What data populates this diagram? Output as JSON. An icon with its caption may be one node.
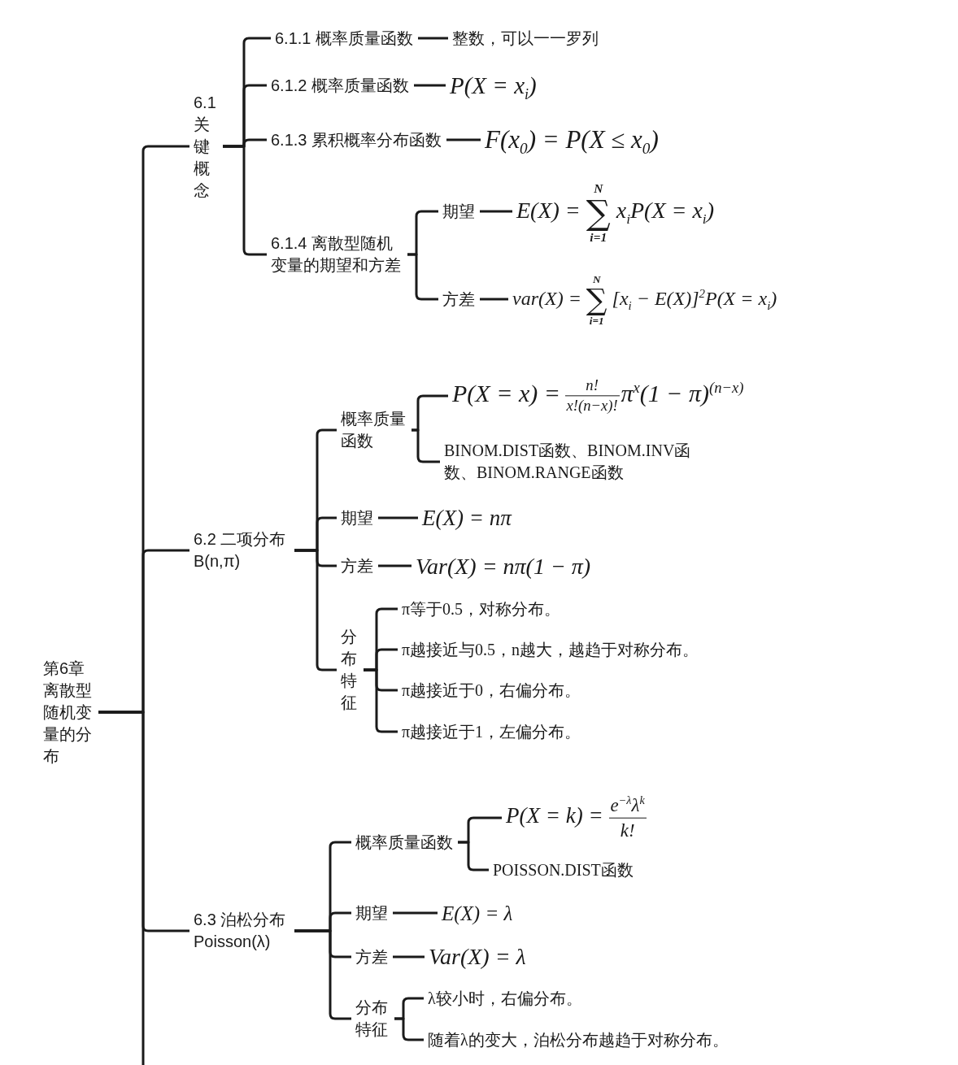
{
  "diagram": {
    "nodes": [
      {
        "text": [
          "第6章离散型随机变量的分布"
        ]
      },
      {
        "text": [
          "6.1 关键概念"
        ]
      },
      {
        "text": [
          "6.1.1 概率质量函数"
        ]
      },
      {
        "text": [
          "整数，可以一一罗列"
        ]
      },
      {
        "text": [
          "6.1.2 概率质量函数"
        ]
      },
      {
        "text": [
          "P(X = x$_{i}$)"
        ]
      },
      {
        "text": [
          "6.1.3 累积概率分布函数"
        ]
      },
      {
        "text": [
          "F(x$_{0}$) = P(X ≤ x$_{0}$)"
        ]
      },
      {
        "text": [
          "6.1.4 离散型随机变量的期望和方差"
        ]
      },
      {
        "text": [
          "期望"
        ]
      },
      {
        "text": [
          "E(X) =",
          "N",
          "∑",
          "i=1",
          "x$_{i}$P(X = x$_{i}$)"
        ]
      },
      {
        "text": [
          "方差"
        ]
      },
      {
        "text": [
          "var(X) =",
          "N",
          "∑",
          "i=1",
          "[x$_{i}$ − E(X)]$^{2}$P(X = x$_{i}$)"
        ]
      },
      {
        "text": [
          "6.2 二项分布 B(n,π)"
        ]
      },
      {
        "text": [
          "概率质量函数"
        ]
      },
      {
        "text": [
          "P(X = x) =",
          "n!",
          "x!(n−x)!",
          "π$^{x}$(1 − π)$^{(n−x)}$"
        ]
      },
      {
        "text": [
          "BINOM.DIST函数、BINOM.INV函数、BINOM.RANGE函数"
        ]
      },
      {
        "text": [
          "期望"
        ]
      },
      {
        "text": [
          "E(X) = nπ"
        ]
      },
      {
        "text": [
          "方差"
        ]
      },
      {
        "text": [
          "Var(X) = nπ(1 − π)"
        ]
      },
      {
        "text": [
          "分布特征"
        ]
      },
      {
        "text": [
          "π等于0.5，对称分布。"
        ]
      },
      {
        "text": [
          "π越接近与0.5，n越大，越趋于对称分布。"
        ]
      },
      {
        "text": [
          "π越接近于0，右偏分布。"
        ]
      },
      {
        "text": [
          "π越接近于1，左偏分布。"
        ]
      },
      {
        "text": [
          "6.3 泊松分布 Poisson(λ)"
        ]
      },
      {
        "text": [
          "概率质量函数"
        ]
      },
      {
        "text": [
          "P(X = k) =",
          "e$^{−λ}$λ$^{k}$",
          "k!"
        ]
      },
      {
        "text": [
          "POISSON.DIST函数"
        ]
      },
      {
        "text": [
          "期望"
        ]
      },
      {
        "text": [
          "E(X) = λ"
        ]
      },
      {
        "text": [
          "方差"
        ]
      },
      {
        "text": [
          "Var(X) = λ"
        ]
      },
      {
        "text": [
          "分布特征"
        ]
      },
      {
        "text": [
          "λ较小时，右偏分布。"
        ]
      },
      {
        "text": [
          "随着λ的变大，泊松分布越趋于对称分布。"
        ]
      }
    ],
    "edges": [
      {
        "from": 0,
        "to": 1,
        "arrow": "none"
      },
      {
        "from": 0,
        "to": 13,
        "arrow": "none"
      },
      {
        "from": 0,
        "to": 26,
        "arrow": "none"
      },
      {
        "from": 0,
        "to": null,
        "arrow": "none"
      },
      {
        "from": 1,
        "to": 2,
        "arrow": "none"
      },
      {
        "from": 1,
        "to": 4,
        "arrow": "none"
      },
      {
        "from": 1,
        "to": 6,
        "arrow": "none"
      },
      {
        "from": 1,
        "to": 8,
        "arrow": "none"
      },
      {
        "from": 2,
        "to": 3,
        "arrow": "none"
      },
      {
        "from": 4,
        "to": 5,
        "arrow": "none"
      },
      {
        "from": 6,
        "to": 7,
        "arrow": "none"
      },
      {
        "from": 8,
        "to": 9,
        "arrow": "none"
      },
      {
        "from": 8,
        "to": 11,
        "arrow": "none"
      },
      {
        "from": 9,
        "to": 10,
        "arrow": "none"
      },
      {
        "from": 11,
        "to": 12,
        "arrow": "none"
      },
      {
        "from": 13,
        "to": 14,
        "arrow": "none"
      },
      {
        "from": 13,
        "to": 17,
        "arrow": "none"
      },
      {
        "from": 13,
        "to": 19,
        "arrow": "none"
      },
      {
        "from": 13,
        "to": 21,
        "arrow": "none"
      },
      {
        "from": 14,
        "to": 15,
        "arrow": "none"
      },
      {
        "from": 14,
        "to": 16,
        "arrow": "none"
      },
      {
        "from": 17,
        "to": 18,
        "arrow": "none"
      },
      {
        "from": 19,
        "to": 20,
        "arrow": "none"
      },
      {
        "from": 21,
        "to": 22,
        "arrow": "none"
      },
      {
        "from": 21,
        "to": 23,
        "arrow": "none"
      },
      {
        "from": 21,
        "to": 24,
        "arrow": "none"
      },
      {
        "from": 21,
        "to": 25,
        "arrow": "none"
      },
      {
        "from": 26,
        "to": 27,
        "arrow": "none"
      },
      {
        "from": 26,
        "to": 30,
        "arrow": "none"
      },
      {
        "from": 26,
        "to": 32,
        "arrow": "none"
      },
      {
        "from": 26,
        "to": 34,
        "arrow": "none"
      },
      {
        "from": 27,
        "to": 28,
        "arrow": "none"
      },
      {
        "from": 27,
        "to": 29,
        "arrow": "none"
      },
      {
        "from": 30,
        "to": 31,
        "arrow": "none"
      },
      {
        "from": 32,
        "to": 33,
        "arrow": "none"
      },
      {
        "from": 34,
        "to": 35,
        "arrow": "none"
      },
      {
        "from": 34,
        "to": 36,
        "arrow": "none"
      }
    ]
  }
}
